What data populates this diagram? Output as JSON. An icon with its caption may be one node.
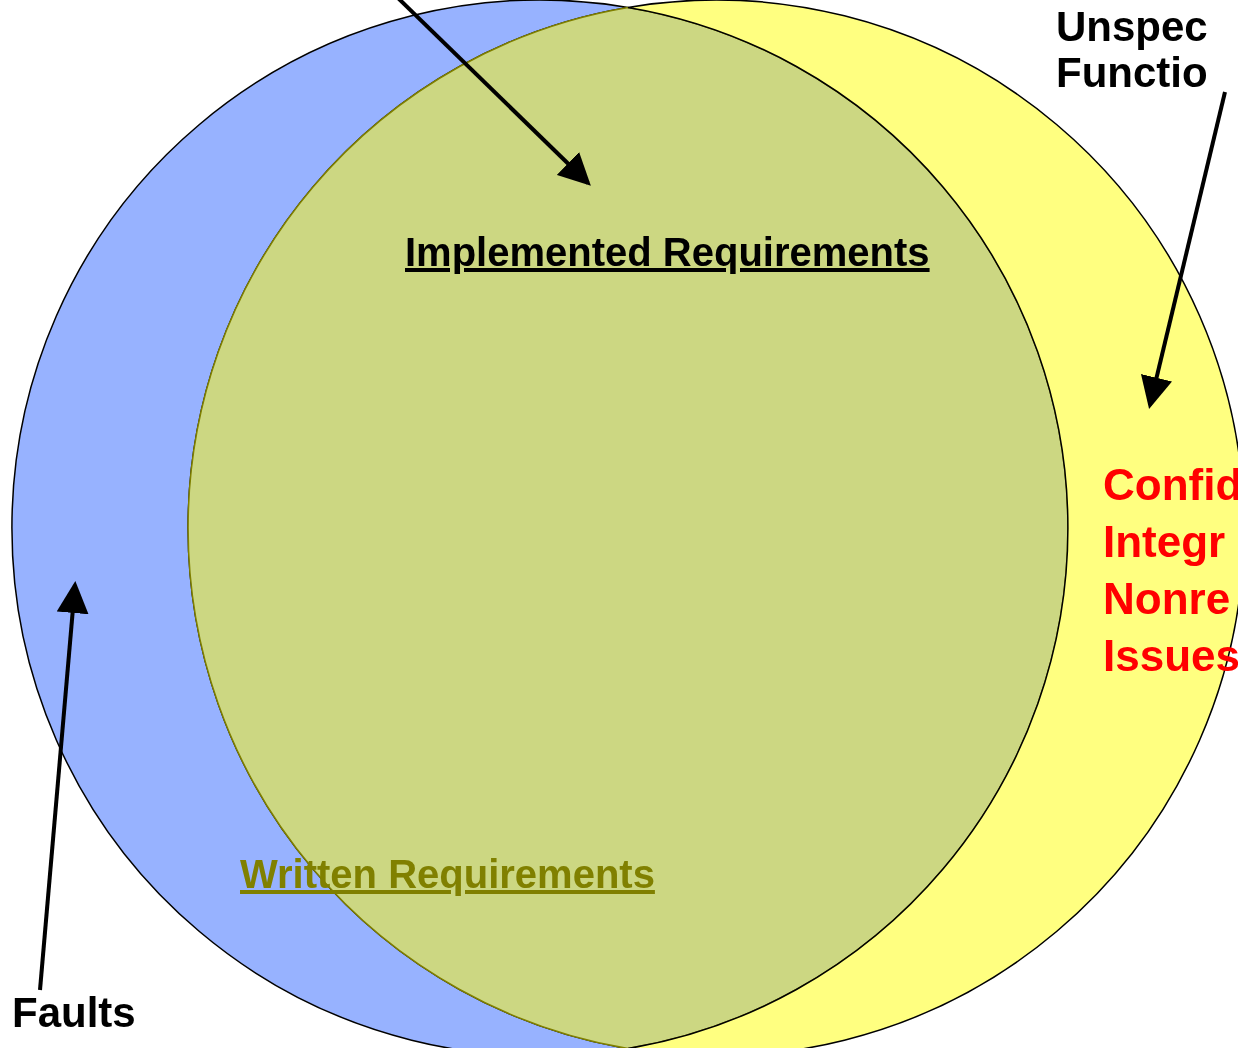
{
  "diagram": {
    "nodes": [
      {
        "text": [],
        "shape": "crescent"
      },
      {
        "text": [
          "Implemented Requirements"
        ]
      },
      {
        "text": [
          "Confid Integr Nonre Issues"
        ]
      },
      {
        "text": [
          "Unspec Functio"
        ]
      },
      {
        "text": [
          "Faults"
        ]
      }
    ],
    "edges": [
      {
        "from": null,
        "to": 1,
        "arrow": "to"
      },
      {
        "from": 3,
        "to": 2,
        "arrow": "to"
      },
      {
        "from": 4,
        "to": 0,
        "arrow": "to"
      }
    ],
    "labels": [
      "Written Requirements"
    ]
  }
}
